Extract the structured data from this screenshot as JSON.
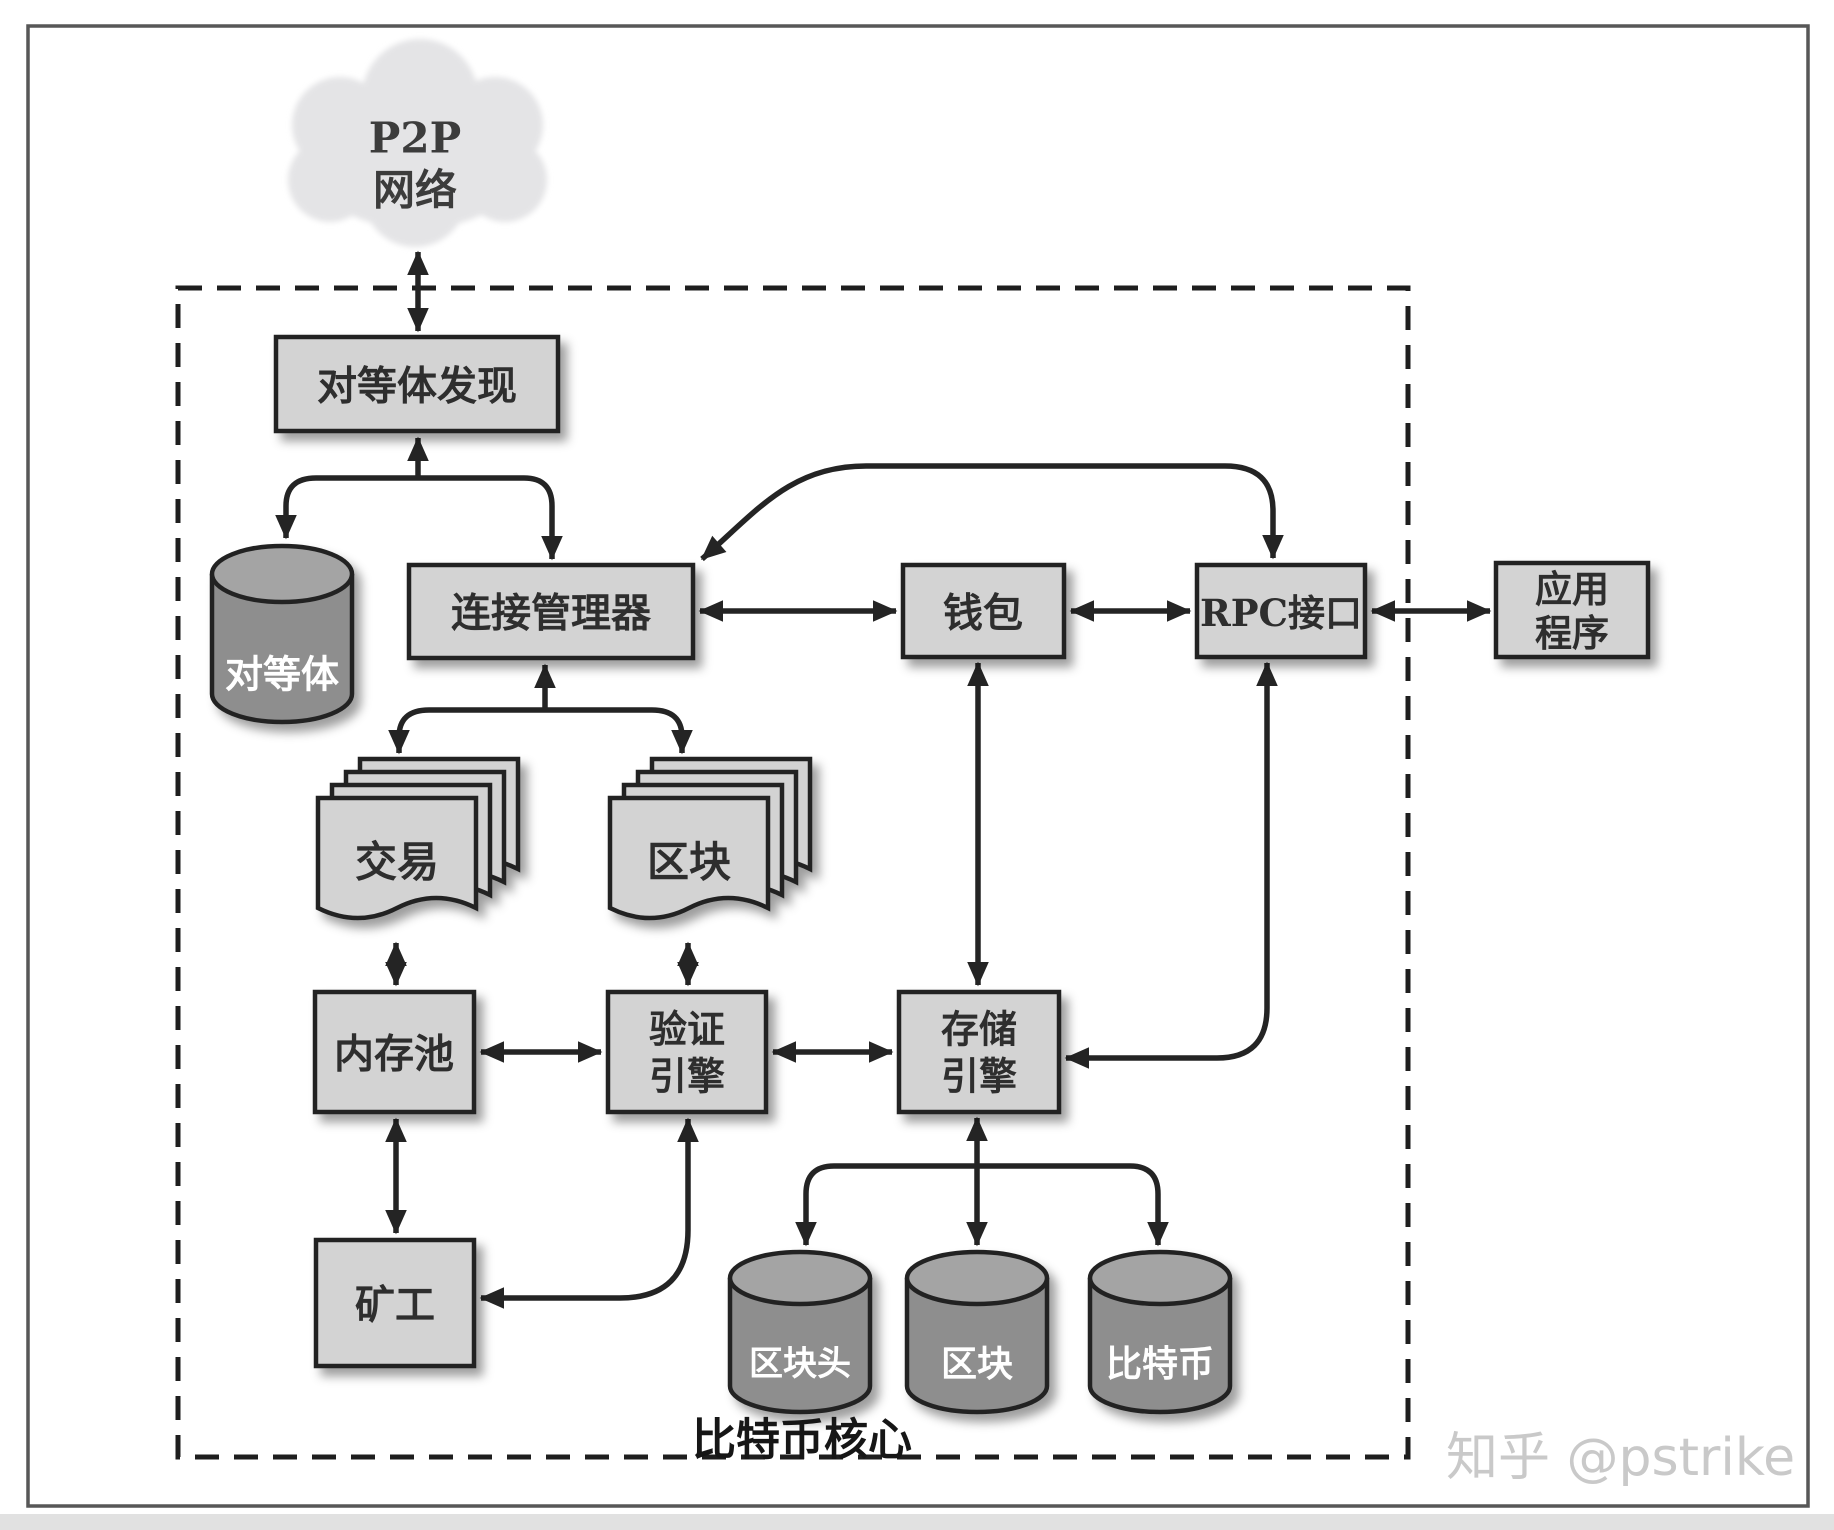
{
  "figure": {
    "title_context": "Bitcoin Core architecture diagram",
    "cloud": {
      "line1": "P2P",
      "line2": "网络"
    },
    "boundary_label": "比特币核心",
    "watermark": "知乎 @pstrike",
    "nodes": {
      "peer_discovery": {
        "label": "对等体发现"
      },
      "peers_db": {
        "label": "对等体"
      },
      "connection_manager": {
        "label": "连接管理器"
      },
      "wallet": {
        "label": "钱包"
      },
      "rpc_interface": {
        "label": "RPC接口"
      },
      "application": {
        "line1": "应用",
        "line2": "程序"
      },
      "transactions_docs": {
        "label": "交易"
      },
      "blocks_docs": {
        "label": "区块"
      },
      "mempool": {
        "label": "内存池"
      },
      "validation_engine": {
        "line1": "验证",
        "line2": "引擎"
      },
      "storage_engine": {
        "line1": "存储",
        "line2": "引擎"
      },
      "miner": {
        "label": "矿工"
      },
      "block_headers_db": {
        "label": "区块头"
      },
      "blocks_db": {
        "label": "区块"
      },
      "bitcoins_db": {
        "label": "比特币"
      }
    },
    "edges": [
      {
        "between": [
          "P2P网络",
          "对等体发现"
        ],
        "arrows": "both"
      },
      {
        "junction": "对等体发现分支",
        "up_into": [
          "对等体发现"
        ],
        "down_into": [
          "对等体",
          "连接管理器"
        ]
      },
      {
        "between": [
          "连接管理器",
          "钱包"
        ],
        "arrows": "both"
      },
      {
        "between": [
          "钱包",
          "RPC接口"
        ],
        "arrows": "both"
      },
      {
        "between": [
          "RPC接口",
          "应用程序"
        ],
        "arrows": "both"
      },
      {
        "between": [
          "连接管理器",
          "RPC接口"
        ],
        "arrows": "both",
        "route": "curved above 钱包"
      },
      {
        "junction": "连接管理器下方分支",
        "up_into": [
          "连接管理器"
        ],
        "down_into": [
          "交易",
          "区块"
        ]
      },
      {
        "between": [
          "交易",
          "内存池"
        ],
        "arrows": "both"
      },
      {
        "between": [
          "区块",
          "验证引擎"
        ],
        "arrows": "both"
      },
      {
        "between": [
          "内存池",
          "验证引擎"
        ],
        "arrows": "both"
      },
      {
        "between": [
          "验证引擎",
          "存储引擎"
        ],
        "arrows": "both"
      },
      {
        "between": [
          "钱包",
          "存储引擎"
        ],
        "arrows": "both"
      },
      {
        "between": [
          "RPC接口",
          "存储引擎"
        ],
        "arrows": "both",
        "route": "down then curved left"
      },
      {
        "between": [
          "内存池",
          "矿工"
        ],
        "arrows": "both"
      },
      {
        "between": [
          "矿工",
          "验证引擎"
        ],
        "arrows": "both",
        "route": "right then curved up"
      },
      {
        "junction": "存储引擎下方分支",
        "up_into": [
          "存储引擎"
        ],
        "down_into": [
          "区块头",
          "区块",
          "比特币"
        ]
      }
    ],
    "colors": {
      "box_fill": "#d3d3d3",
      "box_stroke": "#242424",
      "connector": "#242424",
      "cylinder_body": "#8e8e8e",
      "cylinder_top": "#a4a4a4",
      "cloud_fill": "#e4e4e6",
      "dashed_border": "#1e1e1e",
      "outer_frame": "#575757",
      "bottom_strip": "#e1e1e1",
      "watermark": "#c9c9c9"
    }
  }
}
